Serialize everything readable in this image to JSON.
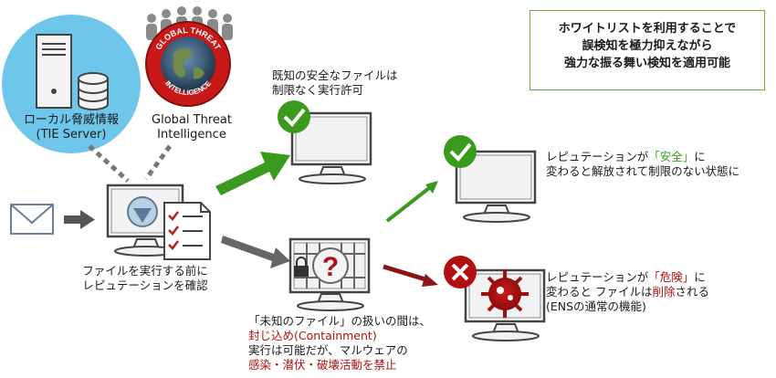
{
  "callout": {
    "line1": "ホワイトリストを利用することで",
    "line2": "誤検知を極力抑えながら",
    "line3": "強力な振る舞い検知を適用可能"
  },
  "local_intel": {
    "line1": "ローカル脅威情報",
    "line2": "(TIE Server)"
  },
  "global_intel": {
    "logo_top": "GLOBAL THREAT",
    "logo_bottom": "INTELLIGENCE",
    "line1": "Global Threat",
    "line2": "Intelligence"
  },
  "known_safe": {
    "line1": "既知の安全なファイルは",
    "line2": "制限なく実行許可"
  },
  "check_before": {
    "line1": "ファイルを実行する前に",
    "line2": "レピュテーションを確認"
  },
  "safe_result": {
    "line1_pre": "レピュテーションが",
    "line1_hl": "「安全」",
    "line1_post": "に",
    "line2": "変わると解放されて制限のない状態に"
  },
  "danger_result": {
    "line1_pre": "レピュテーションが",
    "line1_hl": "「危険」",
    "line1_post": "に",
    "line2_pre": "変わると ファイルは",
    "line2_hl": "削除",
    "line2_post": "される",
    "line3": "(ENSの通常の機能)"
  },
  "unknown": {
    "line1": "「未知のファイル」の扱いの間は、",
    "line2": "封じ込め(Containment)",
    "line3": "実行は可能だが、マルウェアの",
    "line4": "感染・潜伏・破壊活動を禁止"
  },
  "colors": {
    "green": "#3a9a1e",
    "red_text": "#b01010",
    "dark_red_arrow": "#8b1414",
    "gray": "#666666",
    "sky_blue": "#6ec6ea"
  }
}
